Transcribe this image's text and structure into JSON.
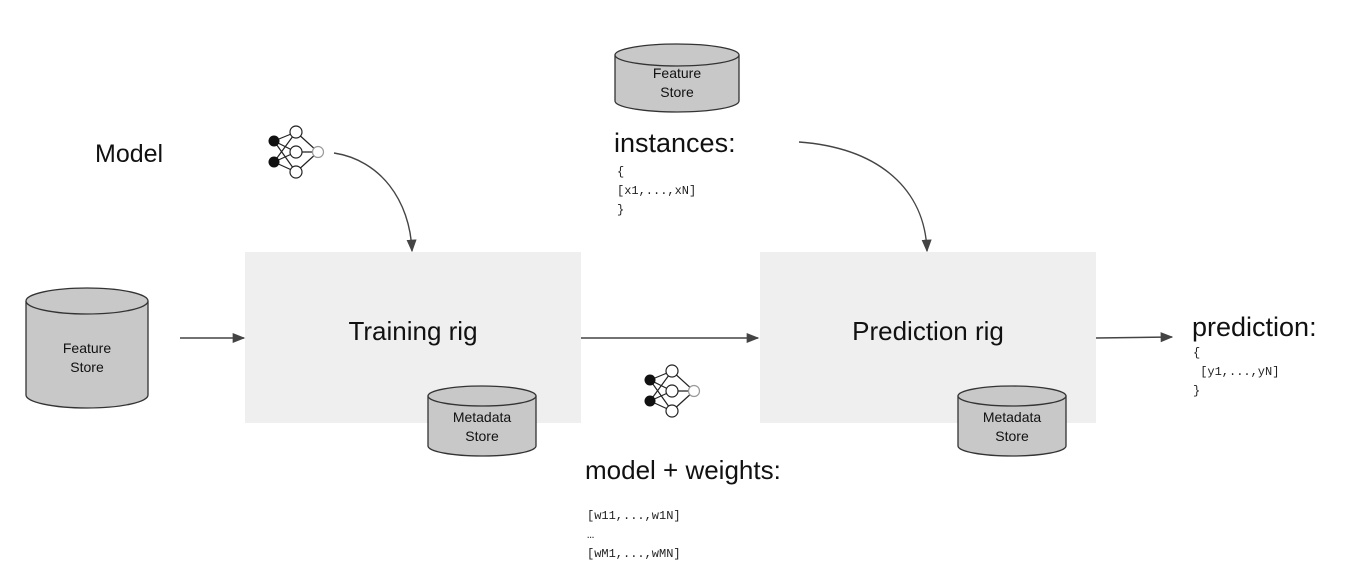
{
  "model_label": "Model",
  "training_rig": "Training rig",
  "prediction_rig": "Prediction rig",
  "feature_store_left": "Feature\nStore",
  "feature_store_top": "Feature\nStore",
  "metadata_store_training": "Metadata\nStore",
  "metadata_store_prediction": "Metadata\nStore",
  "instances": {
    "title": "instances:",
    "body": "{\n[x1,...,xN]\n}"
  },
  "model_weights": {
    "title": "model + weights:",
    "body": "[w11,...,w1N]\n…\n[wM1,...,wMN]"
  },
  "prediction": {
    "title": "prediction:",
    "body": "{\n [y1,...,yN]\n}"
  },
  "icons": [
    "neural-network-icon",
    "neural-network-icon"
  ],
  "colors": {
    "rig_fill": "#efefef",
    "cylinder_fill": "#c8c8c8",
    "stroke": "#333333"
  }
}
